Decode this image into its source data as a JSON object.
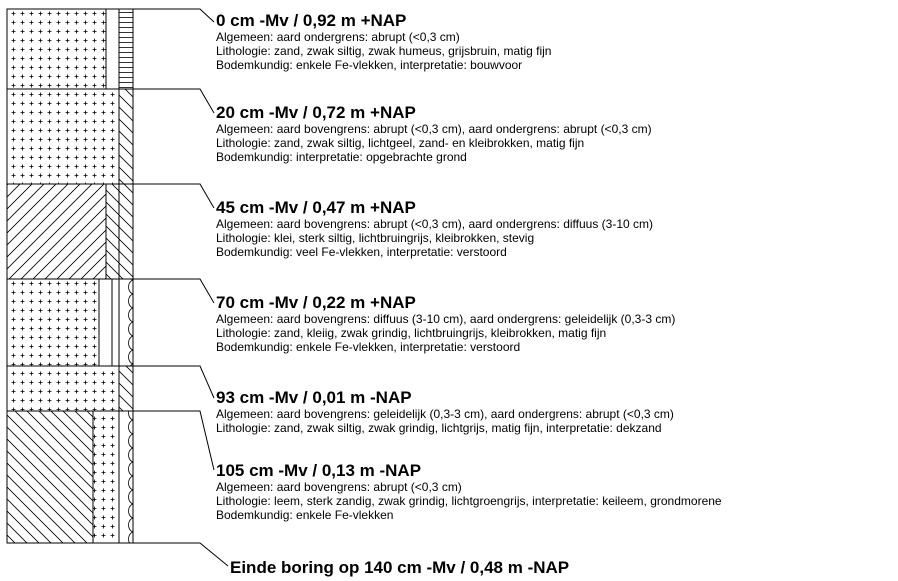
{
  "layers": [
    {
      "depth": "0 cm -Mv / 0,92 m +NAP",
      "lines": [
        "Algemeen: aard ondergrens: abrupt (<0,3 cm)",
        "Lithologie: zand, zwak siltig, zwak humeus, grijsbruin, matig fijn",
        "Bodemkundig: enkele Fe-vlekken, interpretatie: bouwvoor"
      ]
    },
    {
      "depth": "20 cm -Mv / 0,72 m +NAP",
      "lines": [
        "Algemeen: aard bovengrens: abrupt (<0,3 cm), aard ondergrens: abrupt (<0,3 cm)",
        "Lithologie: zand, zwak siltig, lichtgeel, zand- en kleibrokken, matig fijn",
        "Bodemkundig: interpretatie: opgebrachte grond"
      ]
    },
    {
      "depth": "45 cm -Mv / 0,47 m +NAP",
      "lines": [
        "Algemeen: aard bovengrens: abrupt (<0,3 cm), aard ondergrens: diffuus (3-10 cm)",
        "Lithologie: klei, sterk siltig, lichtbruingrijs, kleibrokken, stevig",
        "Bodemkundig: veel Fe-vlekken, interpretatie: verstoord"
      ]
    },
    {
      "depth": "70 cm -Mv / 0,22 m +NAP",
      "lines": [
        "Algemeen: aard bovengrens: diffuus (3-10 cm), aard ondergrens: geleidelijk (0,3-3 cm)",
        "Lithologie: zand, kleiig, zwak grindig, lichtbruingrijs, kleibrokken, matig fijn",
        "Bodemkundig: enkele Fe-vlekken, interpretatie: verstoord"
      ]
    },
    {
      "depth": "93 cm -Mv / 0,01 m -NAP",
      "lines": [
        "Algemeen: aard bovengrens: geleidelijk (0,3-3 cm), aard ondergrens: abrupt (<0,3 cm)",
        "Lithologie: zand, zwak siltig, zwak grindig, lichtgrijs, matig fijn, interpretatie: dekzand"
      ]
    },
    {
      "depth": "105 cm -Mv / 0,13 m -NAP",
      "lines": [
        "Algemeen: aard bovengrens: abrupt (<0,3 cm)",
        "Lithologie: leem, sterk zandig, zwak grindig, lichtgroengrijs, interpretatie: keileem, grondmorene",
        "Bodemkundig: enkele Fe-vlekken"
      ]
    }
  ],
  "end_label": "Einde boring op 140 cm -Mv / 0,48 m -NAP",
  "colors": {
    "line": "#000000",
    "background": "#ffffff"
  }
}
